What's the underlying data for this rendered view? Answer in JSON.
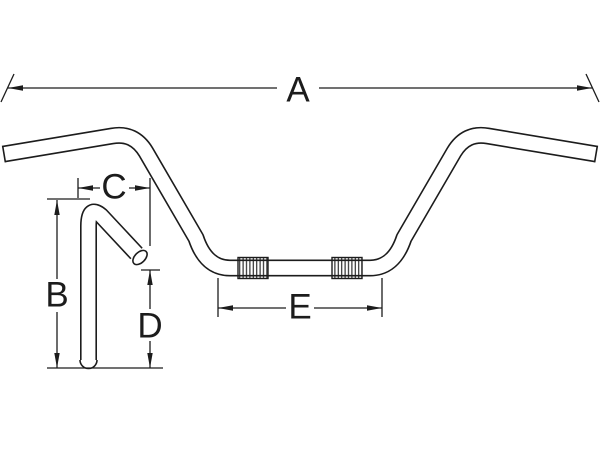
{
  "diagram": {
    "type": "technical-dimension-drawing",
    "subject": "handlebar with dimension callouts",
    "labels": {
      "a": "A",
      "b": "B",
      "c": "C",
      "d": "D",
      "e": "E"
    },
    "colors": {
      "line": "#1c1c1c",
      "background": "#ffffff"
    }
  }
}
